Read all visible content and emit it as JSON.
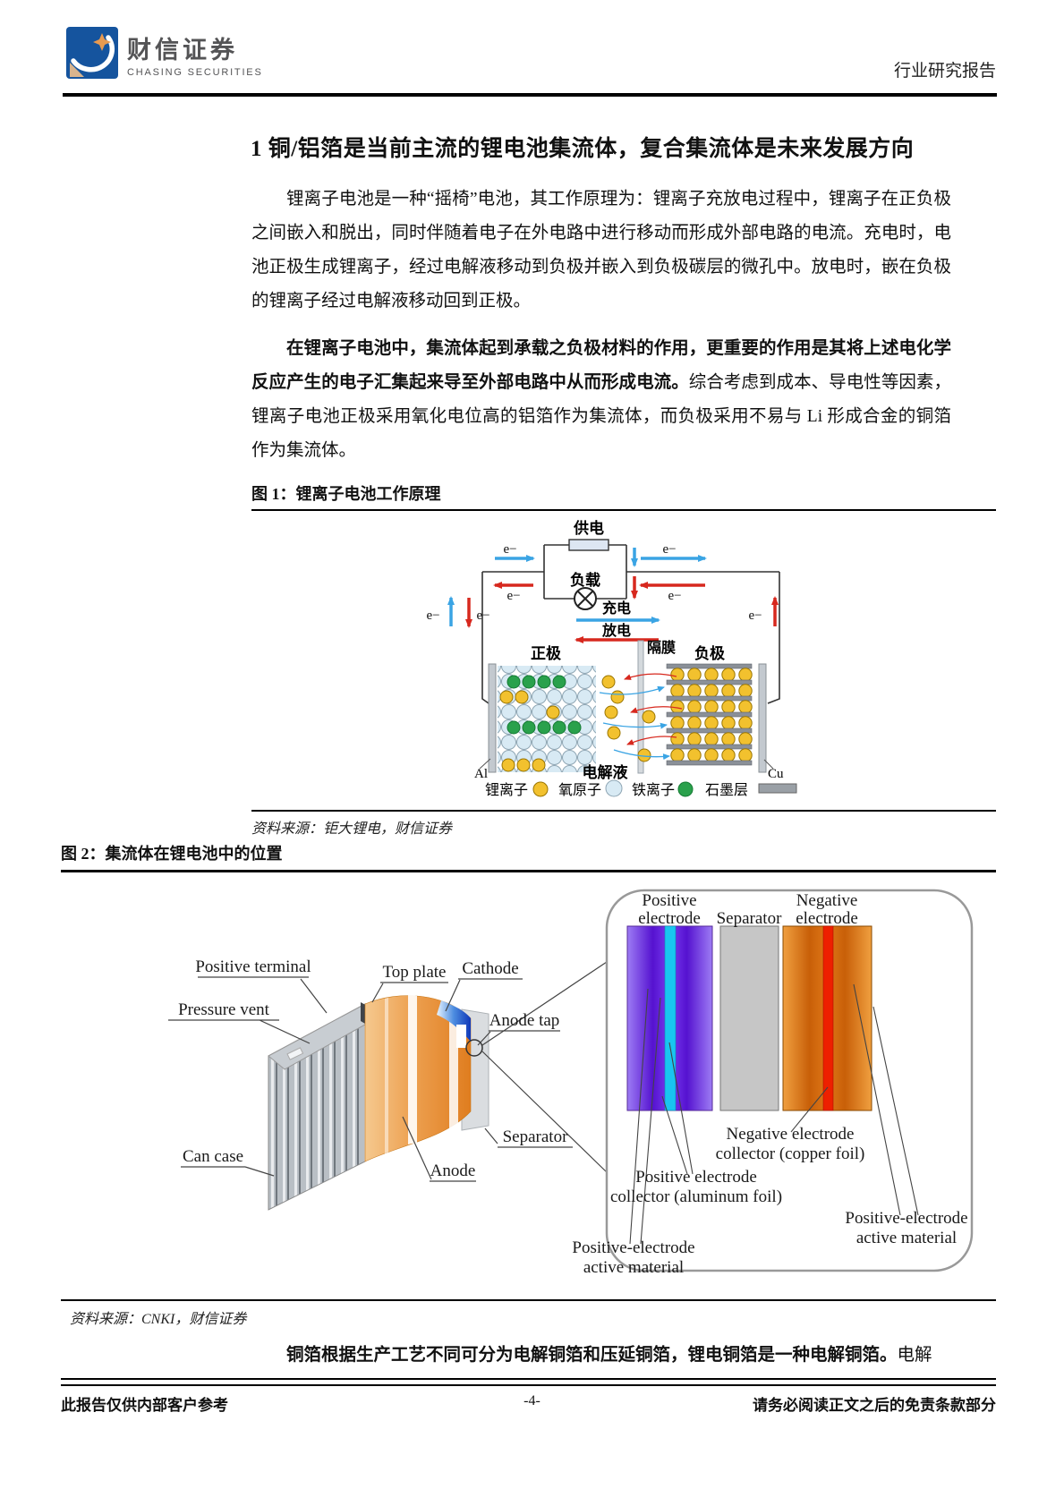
{
  "header": {
    "logo_cn": "财信证券",
    "logo_en": "CHASING SECURITIES",
    "report_type": "行业研究报告"
  },
  "title": "1 铜/铝箔是当前主流的锂电池集流体，复合集流体是未来发展方向",
  "para1": "锂离子电池是一种“摇椅”电池，其工作原理为：锂离子充放电过程中，锂离子在正负极之间嵌入和脱出，同时伴随着电子在外电路中进行移动而形成外部电路的电流。充电时，电池正极生成锂离子，经过电解液移动到负极并嵌入到负极碳层的微孔中。放电时，嵌在负极的锂离子经过电解液移动回到正极。",
  "para2": {
    "bold": "在锂离子电池中，集流体起到承载之负极材料的作用，更重要的作用是其将上述电化学反应产生的电子汇集起来导至外部电路中从而形成电流。",
    "rest": "综合考虑到成本、导电性等因素，锂离子电池正极采用氧化电位高的铝箔作为集流体，而负极采用不易与 Li 形成合金的铜箔作为集流体。"
  },
  "figure1": {
    "caption": "图 1：锂离子电池工作原理",
    "source": "资料来源：钜大锂电，财信证券",
    "labels": {
      "supply": "供电",
      "load": "负载",
      "charge": "充电",
      "discharge": "放电",
      "positive": "正极",
      "separator": "隔膜",
      "negative": "负极",
      "electrolyte": "电解液",
      "al": "Al",
      "cu": "Cu",
      "electron": "e−"
    },
    "legend": [
      "锂离子",
      "氧原子",
      "铁离子",
      "石墨层"
    ],
    "legend_colors": [
      "#f2c12e",
      "#d8eaf4",
      "#2aa14c",
      "#9aa0a6"
    ],
    "arrow_colors": {
      "charge_blue": "#3aa4e4",
      "discharge_red": "#d7281e"
    }
  },
  "figure2": {
    "caption": "图 2：集流体在锂电池中的位置",
    "source": "资料来源：CNKI，财信证券",
    "battery_labels": {
      "positive_terminal": "Positive terminal",
      "pressure_vent": "Pressure vent",
      "top_plate": "Top plate",
      "cathode": "Cathode",
      "anode_tap": "Anode tap",
      "can_case": "Can case",
      "anode": "Anode",
      "separator": "Separator"
    },
    "cross_section": {
      "positive_electrode": [
        "Positive",
        "electrode"
      ],
      "separator": "Separator",
      "negative_electrode": [
        "Negative",
        "electrode"
      ],
      "negative_collector": [
        "Negative electrode",
        "collector (copper foil)"
      ],
      "positive_collector": [
        "Positive electrode",
        "collector (aluminum foil)"
      ],
      "positive_active": [
        "Positive-electrode",
        "active material"
      ]
    },
    "colors": {
      "positive_purple": "#5a16d6",
      "collector_cyan": "#19c5f0",
      "separator_grey": "#c6c6c6",
      "negative_orange": "#d96d10",
      "collector_red": "#ee2000"
    }
  },
  "para3": {
    "bold": "铜箔根据生产工艺不同可分为电解铜箔和压延铜箔，锂电铜箔是一种电解铜箔。",
    "rest": "电解"
  },
  "footer": {
    "left": "此报告仅供内部客户参考",
    "page": "-4-",
    "right": "请务必阅读正文之后的免责条款部分"
  }
}
